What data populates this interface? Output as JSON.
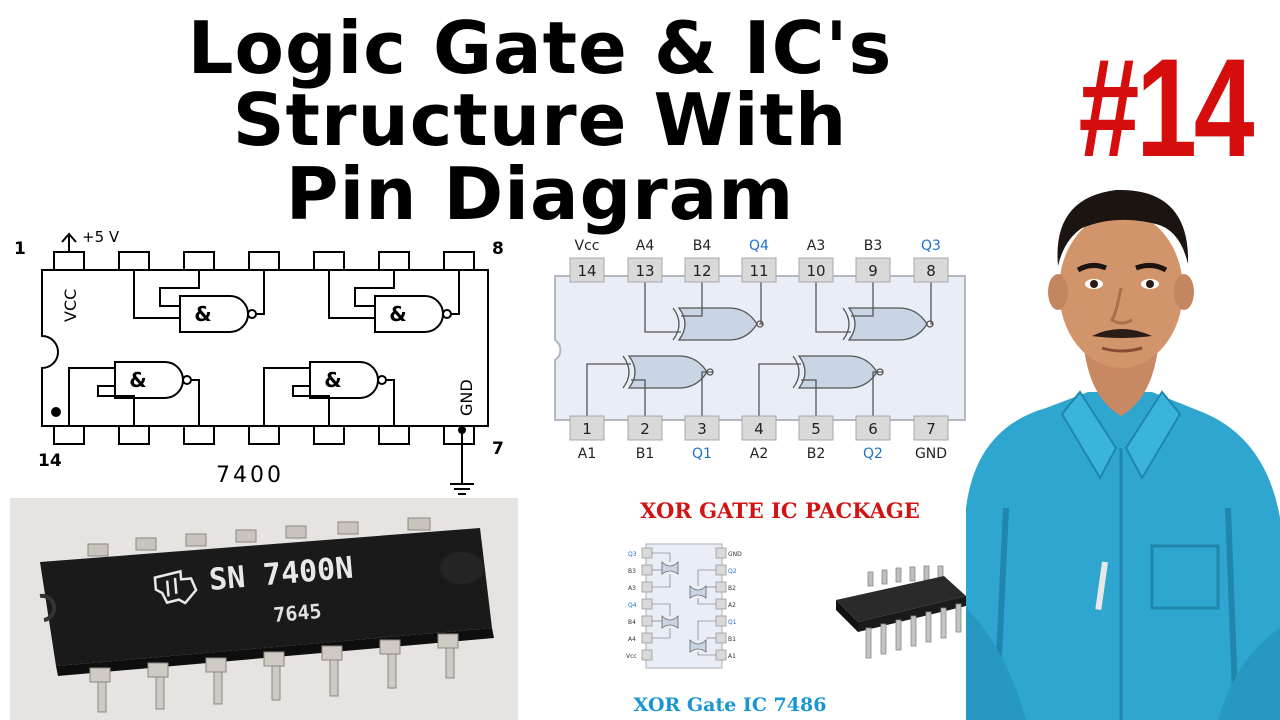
{
  "title": {
    "line1": "Logic Gate & IC's",
    "line2": "Structure With",
    "line3": "Pin Diagram"
  },
  "episode": "#14",
  "ic7400": {
    "part_number": "7400",
    "vcc_label": "VCC",
    "gnd_label": "GND",
    "supply_label": "+5 V",
    "pin_first": "1",
    "pin_last": "14",
    "pin_top_right": "8",
    "pin_bottom_right": "7",
    "gate_symbol": "&"
  },
  "ic7486": {
    "top_pin_names": [
      "Vcc",
      "A4",
      "B4",
      "Q4",
      "A3",
      "B3",
      "Q3"
    ],
    "top_pin_numbers": [
      "14",
      "13",
      "12",
      "11",
      "10",
      "9",
      "8"
    ],
    "bottom_pin_numbers": [
      "1",
      "2",
      "3",
      "4",
      "5",
      "6",
      "7"
    ],
    "bottom_pin_names": [
      "A1",
      "B1",
      "Q1",
      "A2",
      "B2",
      "Q2",
      "GND"
    ],
    "output_color": "#1f6fd0"
  },
  "photo_chip": {
    "marking_line1": "SN 7400N",
    "marking_line2": "7645"
  },
  "xor_package": {
    "title": "XOR GATE IC PACKAGE",
    "caption": "XOR Gate IC 7486",
    "title_color": "#d01414",
    "caption_color": "#1996d2"
  },
  "colors": {
    "episode": "#d50d0d",
    "chip_fill": "#e9eef6",
    "pin_fill": "#d9d9d9"
  }
}
